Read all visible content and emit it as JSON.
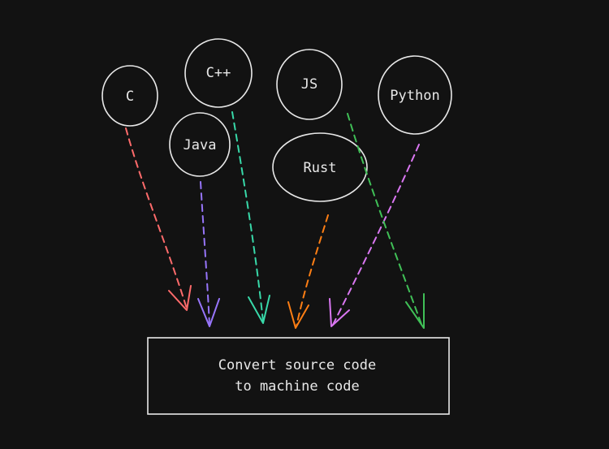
{
  "diagram": {
    "nodes": [
      {
        "id": "c",
        "label": "C"
      },
      {
        "id": "cpp",
        "label": "C++"
      },
      {
        "id": "java",
        "label": "Java"
      },
      {
        "id": "js",
        "label": "JS"
      },
      {
        "id": "rust",
        "label": "Rust"
      },
      {
        "id": "python",
        "label": "Python"
      }
    ],
    "target": {
      "line1": "Convert source code",
      "line2": "to machine code"
    },
    "edge_colors": {
      "c": "#ff6b6b",
      "java": "#9775fa",
      "cpp": "#38d9a9",
      "rust": "#fd7e14",
      "python": "#da77f2",
      "js": "#40c057"
    },
    "outline_color": "#e8e8e8",
    "background": "#121212"
  }
}
